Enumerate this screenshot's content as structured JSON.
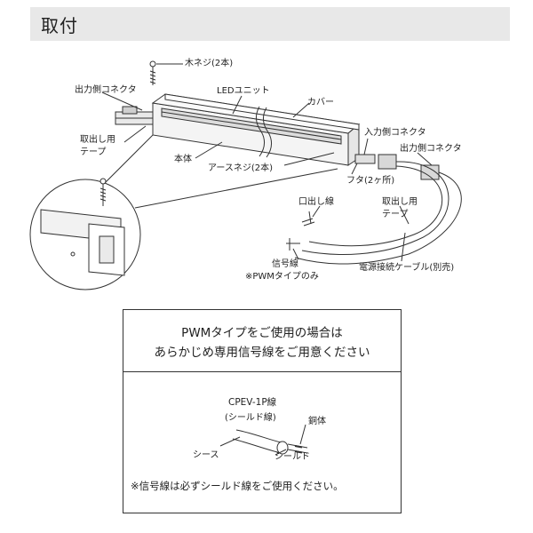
{
  "header": {
    "title": "取付"
  },
  "labels": {
    "wood_screw": "木ネジ(2本)",
    "output_connector_left": "出力側コネクタ",
    "led_unit": "LEDユニット",
    "cover": "カバー",
    "takeout_tape_left_1": "取出し用",
    "takeout_tape_left_2": "テープ",
    "body": "本体",
    "earth_screw": "アースネジ(2本)",
    "input_connector": "入力側コネクタ",
    "output_connector_right": "出力側コネクタ",
    "lid": "フタ(2ヶ所)",
    "outlet_wire": "口出し線",
    "takeout_tape_right_1": "取出し用",
    "takeout_tape_right_2": "テープ",
    "signal_wire": "信号線",
    "pwm_only": "※PWMタイプのみ",
    "power_cable": "電源接続ケーブル(別売)"
  },
  "box": {
    "line1": "PWMタイプをご使用の場合は",
    "line2": "あらかじめ専用信号線をご用意ください",
    "cable_name": "CPEV-1P線",
    "cable_sub": "(シールド線)",
    "copper": "銅体",
    "sheath": "シース",
    "shield": "シールド",
    "note": "※信号線は必ずシールド線をご使用ください。"
  }
}
